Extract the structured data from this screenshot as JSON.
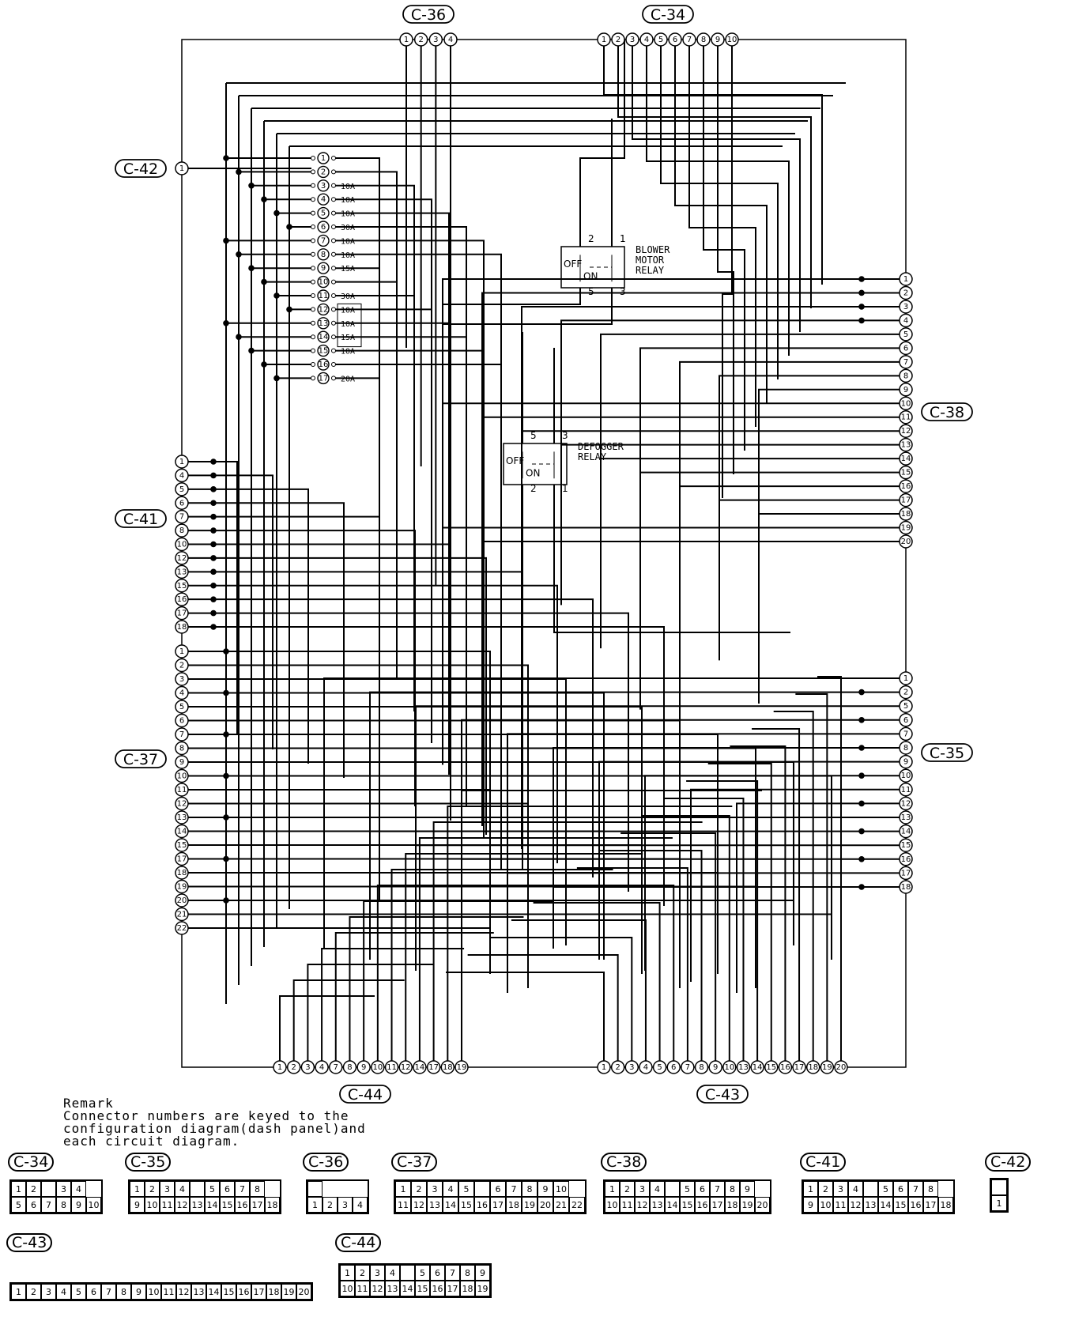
{
  "connectors": {
    "c34": {
      "label": "C-34",
      "pins": [
        "1",
        "2",
        "3",
        "4",
        "5",
        "6",
        "7",
        "8",
        "9",
        "10"
      ]
    },
    "c36": {
      "label": "C-36",
      "pins": [
        "1",
        "2",
        "3",
        "4"
      ]
    },
    "c42": {
      "label": "C-42",
      "pins": [
        "1"
      ]
    },
    "c41": {
      "label": "C-41",
      "pins": [
        "1",
        "4",
        "5",
        "6",
        "7",
        "8",
        "10",
        "12",
        "13",
        "15",
        "16",
        "17",
        "18"
      ]
    },
    "c37": {
      "label": "C-37",
      "pins": [
        "1",
        "2",
        "3",
        "4",
        "5",
        "6",
        "7",
        "8",
        "9",
        "10",
        "11",
        "12",
        "13",
        "14",
        "15",
        "17",
        "18",
        "19",
        "20",
        "21",
        "22"
      ]
    },
    "c38": {
      "label": "C-38",
      "pins": [
        "1",
        "2",
        "3",
        "4",
        "5",
        "6",
        "7",
        "8",
        "9",
        "10",
        "11",
        "12",
        "13",
        "14",
        "15",
        "16",
        "17",
        "18",
        "19",
        "20"
      ]
    },
    "c35": {
      "label": "C-35",
      "pins": [
        "1",
        "2",
        "5",
        "6",
        "7",
        "8",
        "9",
        "10",
        "11",
        "12",
        "13",
        "14",
        "15",
        "16",
        "17",
        "18"
      ]
    },
    "c44": {
      "label": "C-44",
      "pins": [
        "1",
        "2",
        "3",
        "4",
        "7",
        "8",
        "9",
        "10",
        "11",
        "12",
        "14",
        "17",
        "18",
        "19"
      ]
    },
    "c43": {
      "label": "C-43",
      "pins": [
        "1",
        "2",
        "3",
        "4",
        "5",
        "6",
        "7",
        "8",
        "9",
        "10",
        "13",
        "14",
        "15",
        "16",
        "17",
        "18",
        "19",
        "20"
      ]
    }
  },
  "fuses": {
    "pins": [
      "1",
      "2",
      "3",
      "4",
      "5",
      "6",
      "7",
      "8",
      "9",
      "10",
      "11",
      "12",
      "13",
      "14",
      "15",
      "16",
      "17"
    ],
    "ratings": [
      "",
      "",
      "10A",
      "10A",
      "10A",
      "30A",
      "10A",
      "10A",
      "15A",
      "",
      "30A",
      "10A",
      "10A",
      "15A",
      "10A",
      "",
      "20A"
    ]
  },
  "relays": {
    "blower": {
      "name_lines": [
        "BLOWER",
        "MOTOR",
        "RELAY"
      ],
      "off": "OFF",
      "on": "ON",
      "pins": [
        "2",
        "1",
        "5",
        "3"
      ]
    },
    "defogger": {
      "name_lines": [
        "DEFOGGER",
        "RELAY"
      ],
      "off": "OFF",
      "on": "ON",
      "pins": [
        "5",
        "3",
        "2",
        "1"
      ]
    }
  },
  "remark": {
    "title": "Remark",
    "text": "Connector numbers are keyed to the\nconfiguration diagram(dash panel)and\neach circuit diagram."
  },
  "faces": {
    "c34": {
      "label": "C-34",
      "top": [
        "1",
        "2",
        "",
        "3",
        "4"
      ],
      "bottom": [
        "5",
        "6",
        "7",
        "8",
        "9",
        "10"
      ]
    },
    "c35": {
      "label": "C-35",
      "top": [
        "1",
        "2",
        "3",
        "4",
        "",
        "5",
        "6",
        "7",
        "8"
      ],
      "bottom": [
        "9",
        "10",
        "11",
        "12",
        "13",
        "14",
        "15",
        "16",
        "17",
        "18"
      ]
    },
    "c36": {
      "label": "C-36",
      "top": [
        ""
      ],
      "bottom": [
        "1",
        "2",
        "3",
        "4"
      ]
    },
    "c37": {
      "label": "C-37",
      "top": [
        "1",
        "2",
        "3",
        "4",
        "5",
        "",
        "6",
        "7",
        "8",
        "9",
        "10"
      ],
      "bottom": [
        "11",
        "12",
        "13",
        "14",
        "15",
        "16",
        "17",
        "18",
        "19",
        "20",
        "21",
        "22"
      ]
    },
    "c38": {
      "label": "C-38",
      "top": [
        "1",
        "2",
        "3",
        "4",
        "",
        "5",
        "6",
        "7",
        "8",
        "9"
      ],
      "bottom": [
        "10",
        "11",
        "12",
        "13",
        "14",
        "15",
        "16",
        "17",
        "18",
        "19",
        "20"
      ]
    },
    "c41": {
      "label": "C-41",
      "top": [
        "1",
        "2",
        "3",
        "4",
        "",
        "5",
        "6",
        "7",
        "8"
      ],
      "bottom": [
        "9",
        "10",
        "11",
        "12",
        "13",
        "14",
        "15",
        "16",
        "17",
        "18"
      ]
    },
    "c42": {
      "label": "C-42",
      "top": [
        ""
      ],
      "bottom": [
        "1"
      ]
    },
    "c43": {
      "label": "C-43",
      "top": [],
      "bottom": [
        "1",
        "2",
        "3",
        "4",
        "5",
        "6",
        "7",
        "8",
        "9",
        "10",
        "11",
        "12",
        "13",
        "14",
        "15",
        "16",
        "17",
        "18",
        "19",
        "20"
      ]
    },
    "c44": {
      "label": "C-44",
      "top": [
        "1",
        "2",
        "3",
        "4",
        "",
        "5",
        "6",
        "7",
        "8",
        "9"
      ],
      "bottom": [
        "10",
        "11",
        "12",
        "13",
        "14",
        "15",
        "16",
        "17",
        "18",
        "19"
      ]
    }
  }
}
